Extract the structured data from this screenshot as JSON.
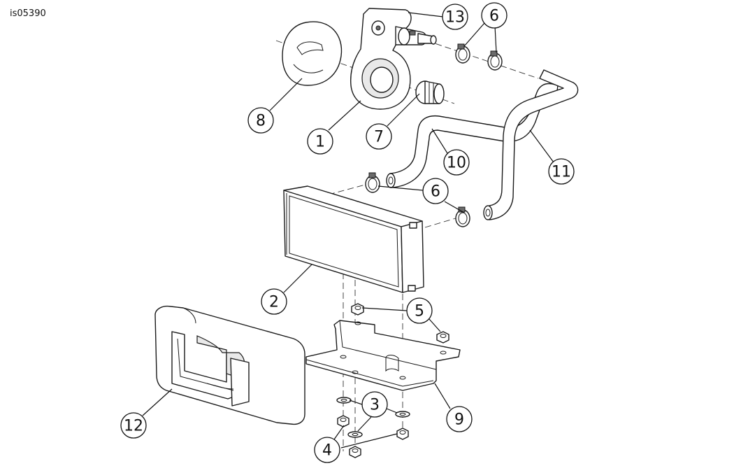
{
  "figure_id": "is05390",
  "callouts": {
    "c1": "1",
    "c2": "2",
    "c3": "3",
    "c4": "4",
    "c5": "5",
    "c6a": "6",
    "c6b": "6",
    "c7": "7",
    "c8": "8",
    "c9": "9",
    "c10": "10",
    "c11": "11",
    "c12": "12",
    "c13": "13"
  }
}
